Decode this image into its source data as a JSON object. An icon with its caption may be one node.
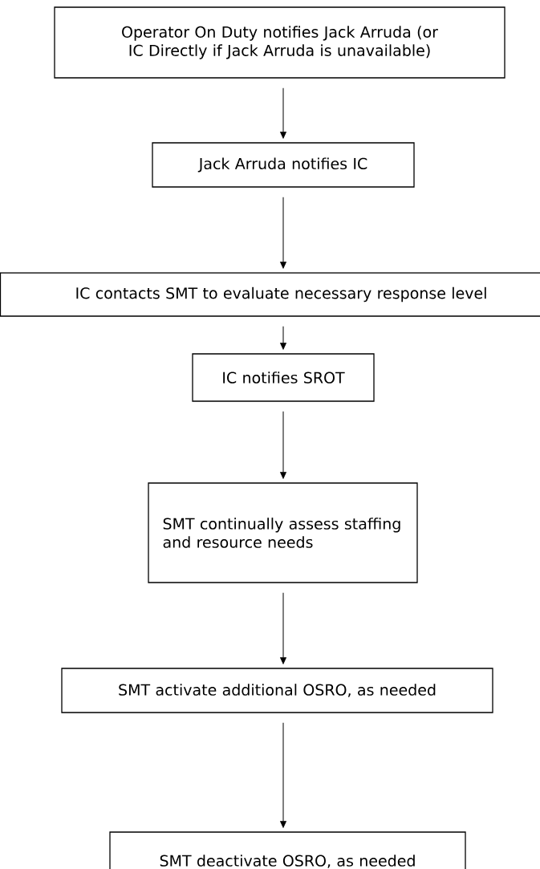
{
  "diagram": {
    "nodes": [
      {
        "text": [
          "Operator On Duty notifies Jack Arruda (or IC Directly if Jack Arruda is unavailable)"
        ]
      },
      {
        "text": [
          "Jack Arruda notifies IC"
        ]
      },
      {
        "text": [
          "IC contacts SMT to evaluate necessary response level"
        ]
      },
      {
        "text": [
          "IC notifies SROT"
        ]
      },
      {
        "text": [
          "SMT continually assess staffing and resource needs"
        ]
      },
      {
        "text": [
          "SMT activate additional OSRO, as needed"
        ]
      },
      {
        "text": [
          "SMT deactivate OSRO, as needed"
        ]
      }
    ],
    "edges": [
      {
        "from": 0,
        "to": 1,
        "arrow": "to"
      },
      {
        "from": 1,
        "to": 2,
        "arrow": "to"
      },
      {
        "from": 2,
        "to": 3,
        "arrow": "to"
      },
      {
        "from": 3,
        "to": 4,
        "arrow": "to"
      },
      {
        "from": 4,
        "to": 5,
        "arrow": "to"
      },
      {
        "from": 5,
        "to": 6,
        "arrow": "to"
      }
    ]
  }
}
